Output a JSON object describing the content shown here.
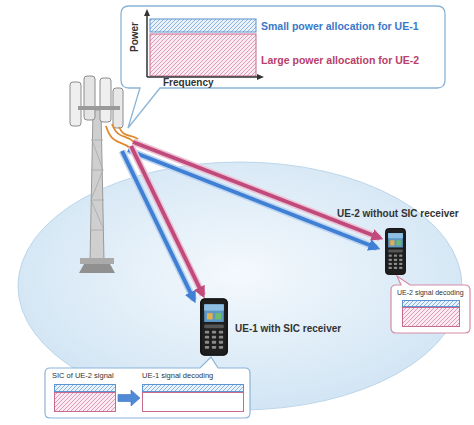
{
  "diagram": {
    "nodes": [
      {
        "text": [
          "Power",
          "Frequency",
          "Small power allocation for UE-1",
          "Large power allocation for UE-2"
        ]
      },
      {
        "text": [
          "UE-2 without SIC receiver"
        ]
      },
      {
        "text": [
          "UE-2 signal decoding"
        ]
      },
      {
        "text": [
          "UE-1 with SIC receiver"
        ]
      },
      {
        "text": [
          "SIC of UE-2 signal"
        ]
      },
      {
        "text": [
          "UE-1 signal decoding"
        ]
      }
    ],
    "edges": [
      {
        "from": 4,
        "to": 5,
        "arrow": "to"
      }
    ]
  }
}
